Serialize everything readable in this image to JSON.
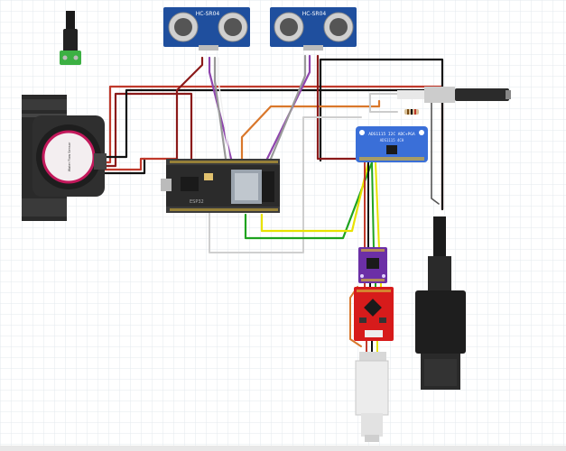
{
  "components": {
    "ultrasonic_left": {
      "label": "HC-SR04"
    },
    "ultrasonic_right": {
      "label": "HC-SR04"
    },
    "adc_board": {
      "line1": "ADS1115 I2C ADC+PGA",
      "line2": "ADS1115 4CH"
    },
    "flow_sensor": {
      "label": "Water Flow Sensor"
    },
    "mcu_board": {
      "label": "ESP32"
    },
    "module_purple": {
      "label": ""
    },
    "module_red": {
      "label": ""
    }
  },
  "colors": {
    "grid": "#e3e8ee",
    "wire_red": "#c0392b",
    "wire_darkred": "#8b1a1a",
    "wire_black": "#111111",
    "wire_orange": "#d9772b",
    "wire_purple": "#8e44ad",
    "wire_green": "#1fa31f",
    "wire_yellow": "#e8e200",
    "wire_gray": "#b8b8b8",
    "wire_white": "#f4f4f4",
    "hcsr04_board": "#1f4f9e",
    "adc_board": "#3a6fd8",
    "purple_board": "#6c2fa6",
    "red_board": "#d71b1b",
    "mcu_board": "#2b2b2b",
    "connector_green": "#3cb043"
  }
}
